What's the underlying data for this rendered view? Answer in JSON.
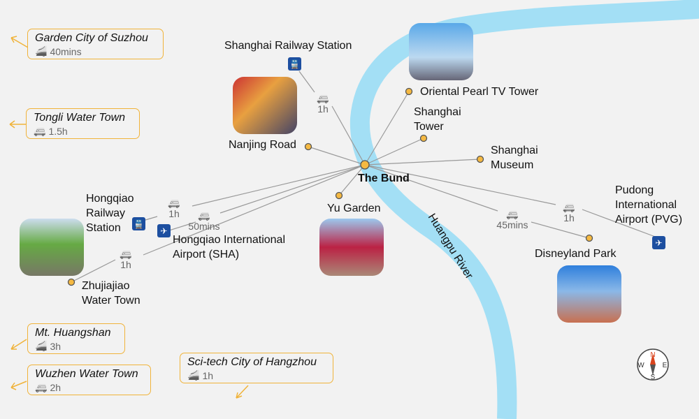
{
  "center": {
    "name": "The Bund"
  },
  "river": {
    "name": "Huangpu River",
    "color": "#a3dff5"
  },
  "accent": "#f0b33a",
  "places": {
    "railway_station": "Shanghai Railway Station",
    "oriental_pearl": "Oriental Pearl TV Tower",
    "shanghai_tower": "Shanghai Tower",
    "nanjing_road": "Nanjing Road",
    "museum": "Shanghai Museum",
    "yu_garden": "Yu Garden",
    "hongqiao_railway": "Hongqiao Railway Station",
    "hongqiao_airport": "Hongqiao International Airport (SHA)",
    "zhujiajiao": "Zhujiajiao Water Town",
    "pudong_airport": "Pudong International Airport (PVG)",
    "disneyland": "Disneyland Park"
  },
  "times": {
    "railway_station": "1h",
    "hongqiao_railway": "1h",
    "hongqiao_airport": "50mins",
    "zhujiajiao": "1h",
    "disneyland": "45mins",
    "pudong_airport": "1h"
  },
  "destinations": [
    {
      "name": "Garden City of Suzhou",
      "mode": "train",
      "time": "40mins"
    },
    {
      "name": "Tongli Water Town",
      "mode": "car",
      "time": "1.5h"
    },
    {
      "name": "Mt. Huangshan",
      "mode": "train",
      "time": "3h"
    },
    {
      "name": "Wuzhen Water Town",
      "mode": "car",
      "time": "2h"
    },
    {
      "name": "Sci-tech City of Hangzhou",
      "mode": "train",
      "time": "1h"
    }
  ],
  "compass": {
    "n": "N",
    "s": "S",
    "e": "E",
    "w": "W"
  }
}
